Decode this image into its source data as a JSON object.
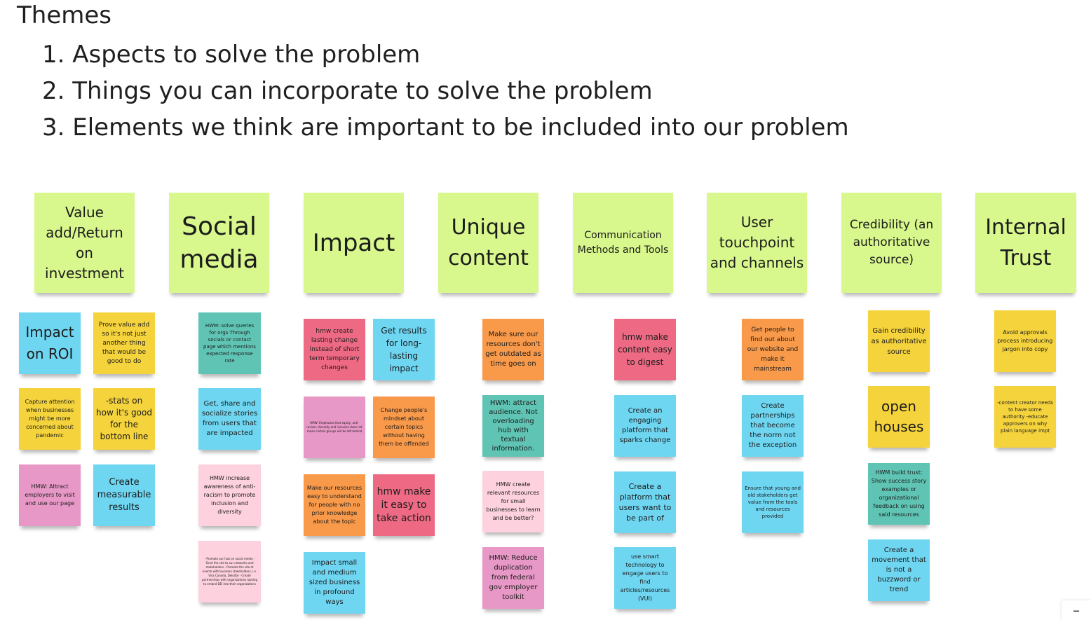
{
  "header": {
    "title": "Themes",
    "items": [
      "1. Aspects to solve the problem",
      "2. Things you can incorporate to solve the problem",
      "3. Elements we think are important to be included into our problem"
    ]
  },
  "colors": {
    "category": "#d8f78c",
    "blue": "#6fd6f2",
    "yellow": "#f5d33c",
    "pink": "#e898c6",
    "light_pink": "#fdd1de",
    "teal": "#5fc4b4",
    "red": "#ee6a84",
    "orange": "#f99a4a"
  },
  "categories": [
    {
      "text": "Value add/Return on investment"
    },
    {
      "text": "Social media"
    },
    {
      "text": "Impact"
    },
    {
      "text": "Unique content"
    },
    {
      "text": "Communication Methods and Tools"
    },
    {
      "text": "User touchpoint and channels"
    },
    {
      "text": "Credibility (an authoritative source)"
    },
    {
      "text": "Internal Trust"
    }
  ],
  "notes": [
    {
      "text": "Impact on ROI"
    },
    {
      "text": "Prove value add so it's not just another thing that would be good to do"
    },
    {
      "text": "Capture attention when businesses might be more concerned about pandemic"
    },
    {
      "text": "-stats on how it's good for the bottom line"
    },
    {
      "text": "HMW: Attract employers to visit and use our page"
    },
    {
      "text": "Create measurable results"
    },
    {
      "text": "HWM: solve queries for orgs Through socials or contact page which mentions expected response rate"
    },
    {
      "text": "Get, share and socialize stories from users that are impacted"
    },
    {
      "text": "HMW increase awareness of anti-racism to promote inclusion and diversity"
    },
    {
      "text": "- Promote our hub on social media - Send the site to our networks and stakeholders - Promote the site at events with business stakeholders, i.e. Visa Canada, Deloitte - Create partnerships with organizations looking to embed DEI into their organizations"
    },
    {
      "text": "hmw create lasting change instead of short term temporary changes"
    },
    {
      "text": "Get results for long-lasting impact"
    },
    {
      "text": "HMW: Emphasize that equity, anti-racism, diversity and inclusion does not mean certain groups will be left behind"
    },
    {
      "text": "Change people's mindset about certain topics without having them be offended"
    },
    {
      "text": "Make our resources easy to understand for people with no prior knowledge about the topic"
    },
    {
      "text": "hmw make it easy to take action"
    },
    {
      "text": "Impact small and medium sized business in profound ways"
    },
    {
      "text": "Make sure our resources don't get outdated as time goes on"
    },
    {
      "text": "HWM: attract audience. Not overloading hub with textual information."
    },
    {
      "text": "HMW create relevant resources for small businesses to learn and be better?"
    },
    {
      "text": "HMW: Reduce duplication from federal gov employer toolkit"
    },
    {
      "text": "hmw make content easy to digest"
    },
    {
      "text": "Create an engaging platform that sparks change"
    },
    {
      "text": "Create a platform that users want to be part of"
    },
    {
      "text": "use smart technology to engage users to find articles/resources (VUI)"
    },
    {
      "text": "Get people to find out about our website and make it mainstream"
    },
    {
      "text": "Create partnerships that become the norm not the exception"
    },
    {
      "text": "Ensure that young and old stakeholders get value from the tools and resources provided"
    },
    {
      "text": "Gain credibility as authoritative source"
    },
    {
      "text": "open houses"
    },
    {
      "text": "HWM build trust: Show success story examples or organizational feedback on using said resources"
    },
    {
      "text": "Create a movement that is not a buzzword or trend"
    },
    {
      "text": "Avoid approvals process introducing jargon into copy"
    },
    {
      "text": "-content creator needs to have some authority -educate approvers on why plain language impt"
    }
  ],
  "zoom": {
    "label": "–"
  }
}
